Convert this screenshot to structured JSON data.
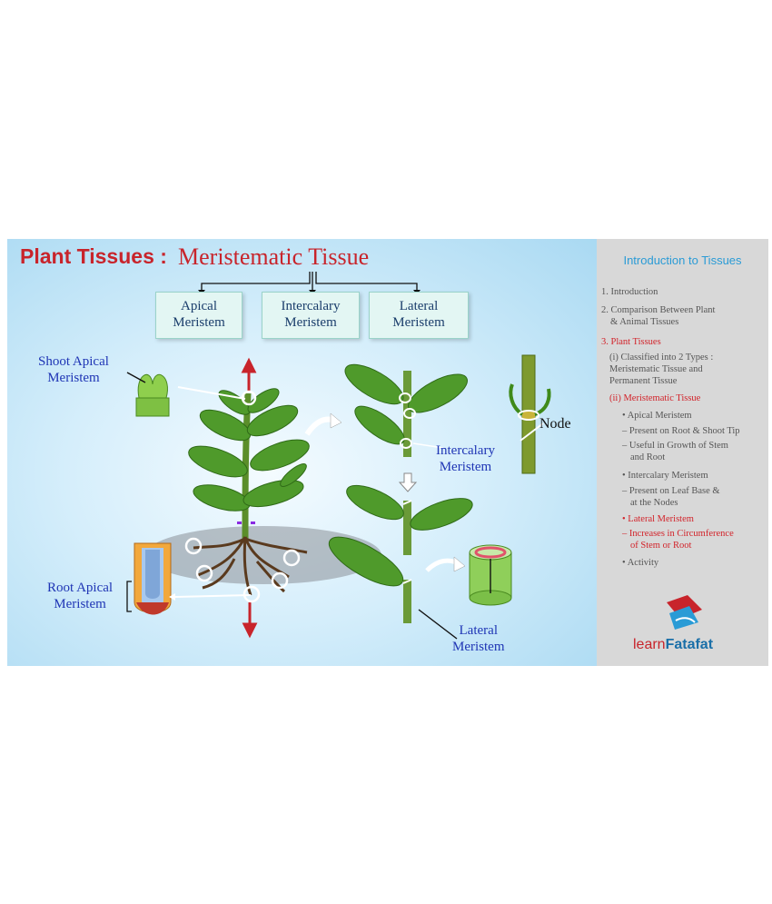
{
  "title": {
    "left": "Plant Tissues :",
    "right": "Meristematic Tissue"
  },
  "boxes": [
    {
      "line1": "Apical",
      "line2": "Meristem"
    },
    {
      "line1": "Intercalary",
      "line2": "Meristem"
    },
    {
      "line1": "Lateral",
      "line2": "Meristem"
    }
  ],
  "labels": {
    "shoot": {
      "line1": "Shoot Apical",
      "line2": "Meristem"
    },
    "root": {
      "line1": "Root Apical",
      "line2": "Meristem"
    },
    "intercalary": {
      "line1": "Intercalary",
      "line2": "Meristem"
    },
    "lateral": {
      "line1": "Lateral",
      "line2": "Meristem"
    },
    "node": "Node"
  },
  "sidebar": {
    "title": "Introduction to Tissues",
    "items": [
      {
        "text": "1. Introduction",
        "style": "normal"
      },
      {
        "line1": "2. Comparison Between Plant",
        "line2": "& Animal Tissues",
        "style": "normal"
      },
      {
        "text": "3. Plant Tissues",
        "style": "red"
      },
      {
        "line1": "(i) Classified into 2 Types :",
        "line2": "Meristematic Tissue and",
        "line3": "Permanent Tissue",
        "style": "normal"
      },
      {
        "text": "(ii) Meristematic Tissue",
        "style": "red"
      },
      {
        "text": "• Apical Meristem",
        "style": "normal"
      },
      {
        "text": "– Present on Root & Shoot Tip",
        "style": "normal"
      },
      {
        "line1": "– Useful in Growth of Stem",
        "line2": "and Root",
        "style": "normal"
      },
      {
        "text": "• Intercalary Meristem",
        "style": "normal"
      },
      {
        "line1": "– Present on Leaf Base &",
        "line2": "at the Nodes",
        "style": "normal"
      },
      {
        "text": "• Lateral Meristem",
        "style": "red"
      },
      {
        "line1": "– Increases in Circumference",
        "line2": "of Stem or Root",
        "style": "red"
      },
      {
        "text": "• Activity",
        "style": "normal"
      }
    ],
    "logo": {
      "part1": "learn",
      "part2": "Fatafat"
    }
  },
  "colors": {
    "title_red": "#c8242b",
    "label_blue": "#1f35b5",
    "sidebar_blue": "#2a9bd6",
    "leaf_green": "#4f9a2b"
  }
}
